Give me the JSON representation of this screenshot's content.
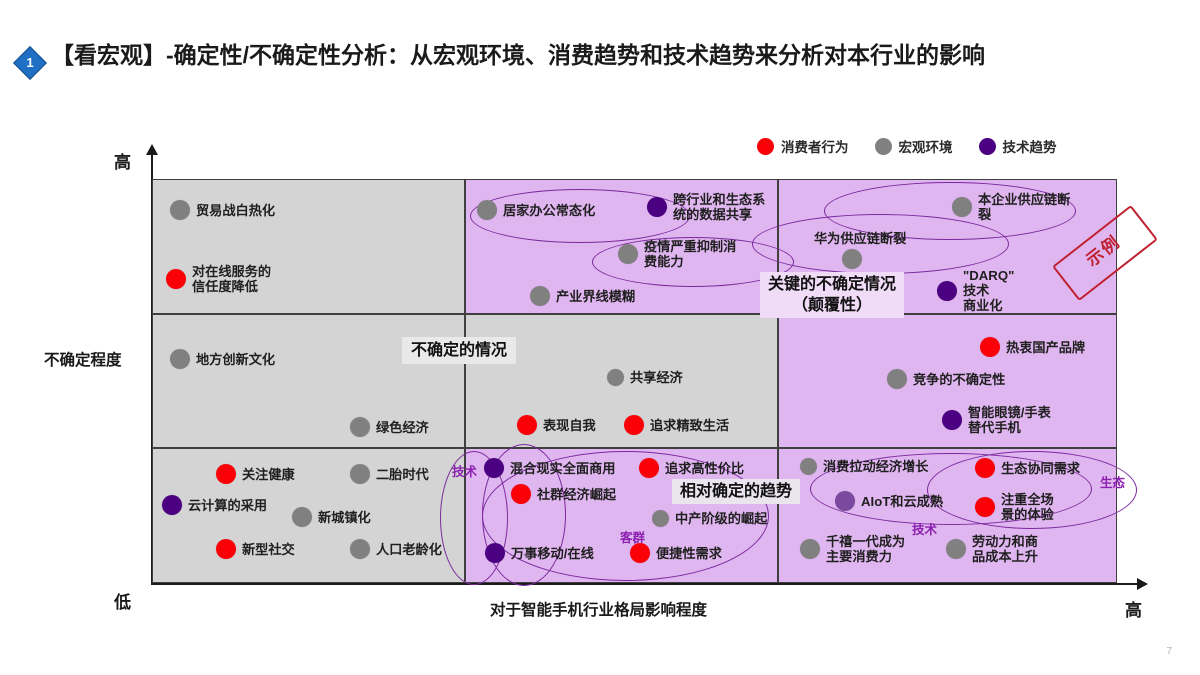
{
  "slide": {
    "bullet_number": "1",
    "title": "【看宏观】-确定性/不确定性分析：从宏观环境、消费趋势和技术趋势来分析对本行业的影响",
    "page_number": "7",
    "stamp_text": "示例"
  },
  "legend": {
    "items": [
      {
        "label": "消费者行为",
        "color": "#fb0007",
        "icon": "red-circle-marker"
      },
      {
        "label": "宏观环境",
        "color": "#808080",
        "icon": "gray-circle-marker"
      },
      {
        "label": "技术趋势",
        "color": "#4b0082",
        "icon": "purple-circle-marker"
      }
    ]
  },
  "axes": {
    "y_title": "不确定程度",
    "y_high": "高",
    "y_low": "低",
    "x_title": "对于智能手机行业格局影响程度",
    "x_high": "高"
  },
  "callouts": {
    "uncertain": "不确定的情况",
    "key_uncertain": "关键的不确定情况\n（颠覆性）",
    "relative_certain": "相对确定的趋势"
  },
  "group_labels": {
    "tech_bottom_left": "技术",
    "customer_group": "客群",
    "tech_bottom_right": "技术",
    "ecosystem": "生态"
  },
  "chart_data": {
    "type": "scatter",
    "title": "确定性/不确定性分析矩阵",
    "xlabel": "对于智能手机行业格局影响程度",
    "ylabel": "不确定程度",
    "xlim": [
      "低",
      "高"
    ],
    "ylim": [
      "低",
      "高"
    ],
    "grid": "3x3",
    "legend_position": "top-right",
    "categories": [
      "消费者行为",
      "宏观环境",
      "技术趋势"
    ],
    "cell_fill": [
      [
        "gray",
        "purple",
        "purple"
      ],
      [
        "gray",
        "gray",
        "purple"
      ],
      [
        "gray",
        "purple",
        "purple"
      ]
    ],
    "points": [
      {
        "label": "贸易战白热化",
        "category": "宏观环境",
        "cell": "top-left",
        "x": 0.05,
        "y": 0.93
      },
      {
        "label": "对在线服务的\n信任度降低",
        "category": "消费者行为",
        "cell": "top-left",
        "x": 0.04,
        "y": 0.76
      },
      {
        "label": "居家办公常态化",
        "category": "宏观环境",
        "cell": "top-center",
        "x": 0.36,
        "y": 0.93
      },
      {
        "label": "跨行业和生态系\n统的数据共享",
        "category": "技术趋势",
        "cell": "top-center",
        "x": 0.55,
        "y": 0.93
      },
      {
        "label": "疫情严重抑制消\n费能力",
        "category": "宏观环境",
        "cell": "top-center",
        "x": 0.55,
        "y": 0.82
      },
      {
        "label": "产业界线模糊",
        "category": "宏观环境",
        "cell": "top-center",
        "x": 0.41,
        "y": 0.71
      },
      {
        "label": "本企业供应链断\n裂",
        "category": "宏观环境",
        "cell": "top-right",
        "x": 0.85,
        "y": 0.93
      },
      {
        "label": "华为供应链断裂",
        "category": "宏观环境",
        "cell": "top-right",
        "x": 0.72,
        "y": 0.84
      },
      {
        "label": "\"DARQ\"\n技术\n商业化",
        "category": "技术趋势",
        "cell": "top-right",
        "x": 0.83,
        "y": 0.74
      },
      {
        "label": "地方创新文化",
        "category": "宏观环境",
        "cell": "mid-left",
        "x": 0.05,
        "y": 0.57
      },
      {
        "label": "绿色经济",
        "category": "宏观环境",
        "cell": "mid-left",
        "x": 0.24,
        "y": 0.43
      },
      {
        "label": "共享经济",
        "category": "宏观环境",
        "cell": "mid-center",
        "x": 0.52,
        "y": 0.5
      },
      {
        "label": "表现自我",
        "category": "消费者行为",
        "cell": "mid-center",
        "x": 0.41,
        "y": 0.43
      },
      {
        "label": "追求精致生活",
        "category": "消费者行为",
        "cell": "mid-center",
        "x": 0.53,
        "y": 0.43
      },
      {
        "label": "热衷国产品牌",
        "category": "消费者行为",
        "cell": "mid-right",
        "x": 0.91,
        "y": 0.56
      },
      {
        "label": "竞争的不确定性",
        "category": "宏观环境",
        "cell": "mid-right",
        "x": 0.8,
        "y": 0.5
      },
      {
        "label": "智能眼镜/手表\n替代手机",
        "category": "技术趋势",
        "cell": "mid-right",
        "x": 0.86,
        "y": 0.43
      },
      {
        "label": "关注健康",
        "category": "消费者行为",
        "cell": "bottom-left",
        "x": 0.09,
        "y": 0.3
      },
      {
        "label": "二胎时代",
        "category": "宏观环境",
        "cell": "bottom-left",
        "x": 0.24,
        "y": 0.3
      },
      {
        "label": "云计算的采用",
        "category": "技术趋势",
        "cell": "bottom-left",
        "x": 0.02,
        "y": 0.24
      },
      {
        "label": "新城镇化",
        "category": "宏观环境",
        "cell": "bottom-left",
        "x": 0.16,
        "y": 0.22
      },
      {
        "label": "新型社交",
        "category": "消费者行为",
        "cell": "bottom-left",
        "x": 0.09,
        "y": 0.13
      },
      {
        "label": "人口老龄化",
        "category": "宏观环境",
        "cell": "bottom-left",
        "x": 0.24,
        "y": 0.13
      },
      {
        "label": "混合现实全面商用",
        "category": "技术趋势",
        "cell": "bottom-center",
        "x": 0.35,
        "y": 0.3
      },
      {
        "label": "追求高性价比",
        "category": "消费者行为",
        "cell": "bottom-center",
        "x": 0.52,
        "y": 0.3
      },
      {
        "label": "社群经济崛起",
        "category": "消费者行为",
        "cell": "bottom-center",
        "x": 0.39,
        "y": 0.25
      },
      {
        "label": "中产阶级的崛起",
        "category": "宏观环境",
        "cell": "bottom-center",
        "x": 0.54,
        "y": 0.19
      },
      {
        "label": "万事移动/在线",
        "category": "技术趋势",
        "cell": "bottom-center",
        "x": 0.35,
        "y": 0.12
      },
      {
        "label": "便捷性需求",
        "category": "消费者行为",
        "cell": "bottom-center",
        "x": 0.51,
        "y": 0.1
      },
      {
        "label": "消费拉动经济增长",
        "category": "宏观环境",
        "cell": "bottom-right",
        "x": 0.69,
        "y": 0.31
      },
      {
        "label": "生态协同需求",
        "category": "消费者行为",
        "cell": "bottom-right",
        "x": 0.86,
        "y": 0.31
      },
      {
        "label": "AIoT和云成熟",
        "category": "技术趋势",
        "cell": "bottom-right",
        "x": 0.73,
        "y": 0.24
      },
      {
        "label": "注重全场\n景的体验",
        "category": "消费者行为",
        "cell": "bottom-right",
        "x": 0.86,
        "y": 0.22
      },
      {
        "label": "千禧一代成为\n主要消费力",
        "category": "宏观环境",
        "cell": "bottom-right",
        "x": 0.69,
        "y": 0.11
      },
      {
        "label": "劳动力和商\n品成本上升",
        "category": "宏观环境",
        "cell": "bottom-right",
        "x": 0.83,
        "y": 0.11
      }
    ],
    "annotations": [
      {
        "text": "不确定的情况",
        "cell": "mid-center"
      },
      {
        "text": "关键的不确定情况（颠覆性）",
        "cell": "top-right"
      },
      {
        "text": "相对确定的趋势",
        "cell": "bottom-right"
      },
      {
        "text": "技术",
        "type": "group-ellipse",
        "cell": "bottom-left"
      },
      {
        "text": "客群",
        "type": "group-ellipse",
        "cell": "bottom-center"
      },
      {
        "text": "技术",
        "type": "group-ellipse",
        "cell": "bottom-right"
      },
      {
        "text": "生态",
        "type": "group-ellipse",
        "cell": "bottom-right"
      }
    ]
  }
}
